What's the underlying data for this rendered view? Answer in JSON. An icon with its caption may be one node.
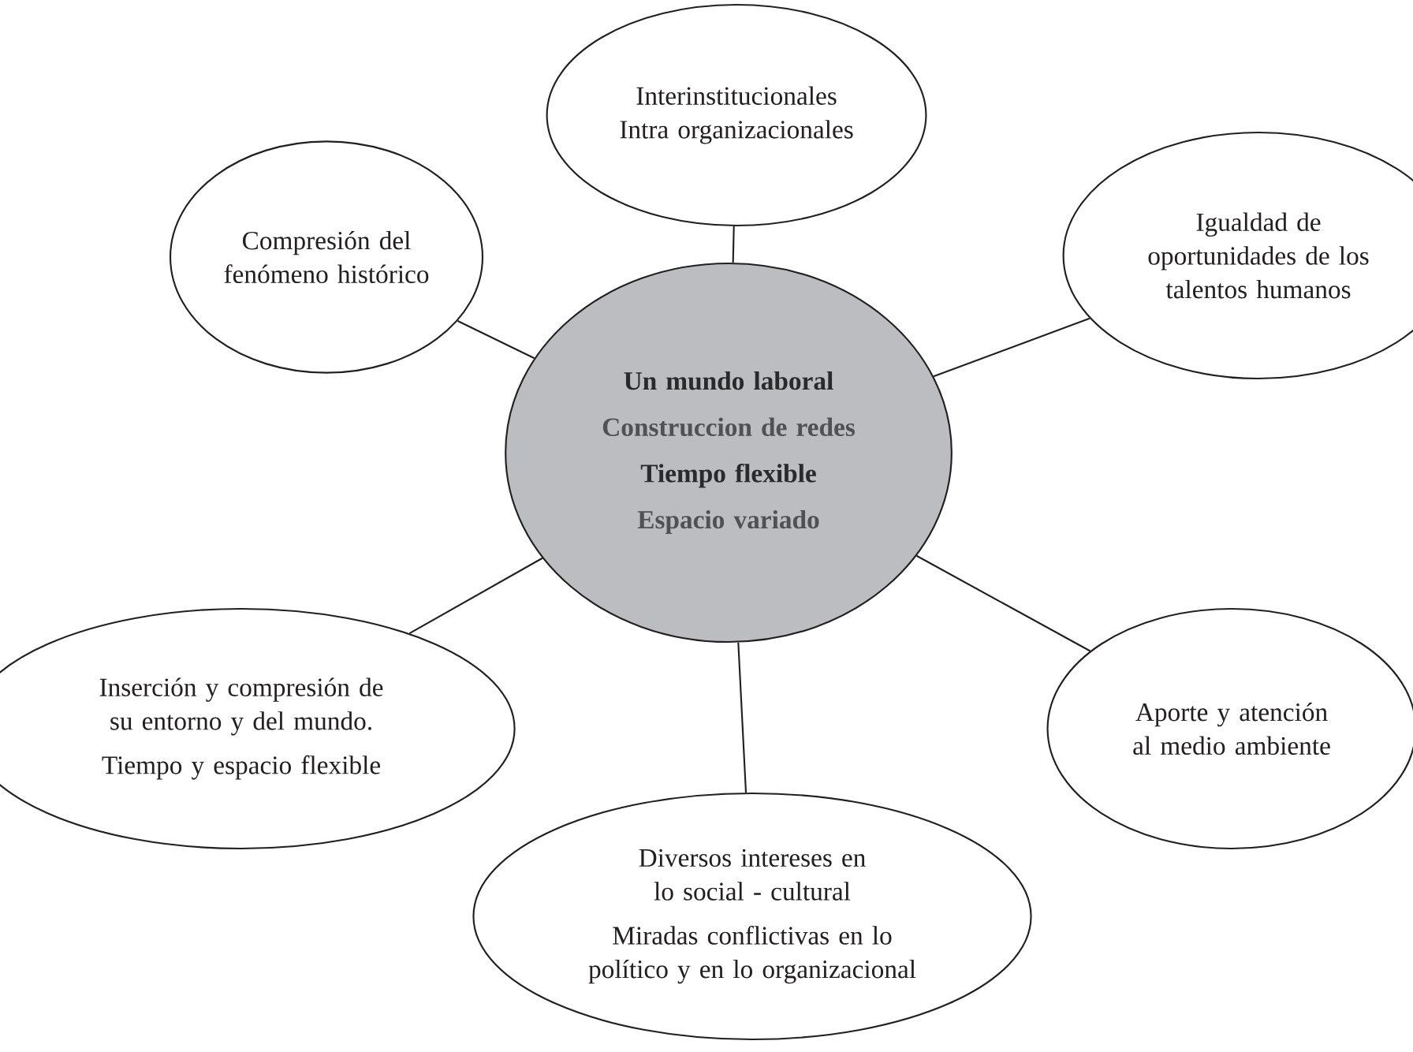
{
  "diagram": {
    "nodes": [
      {
        "text": [
          "Interinstitucionales",
          "Intra organizacionales"
        ]
      },
      {
        "text": [
          "Compresión del fenómeno histórico"
        ]
      },
      {
        "text": [
          "Igualdad de oportunidades de los talentos humanos"
        ]
      },
      {
        "text": [
          "Un mundo laboral",
          "Construccion de redes",
          "Tiempo flexible",
          "Espacio variado"
        ]
      },
      {
        "text": [
          "Inserción y compresión de su entorno y del mundo.",
          "Tiempo y espacio flexible"
        ]
      },
      {
        "text": [
          "Aporte y atención al medio ambiente"
        ]
      },
      {
        "text": [
          "Diversos intereses en lo social - cultural",
          "Miradas conflictivas en lo político y en lo organizacional"
        ]
      }
    ],
    "edges": [
      {
        "from": 3,
        "to": 0,
        "arrow": "none"
      },
      {
        "from": 3,
        "to": 1,
        "arrow": "none"
      },
      {
        "from": 3,
        "to": 2,
        "arrow": "none"
      },
      {
        "from": 3,
        "to": 4,
        "arrow": "none"
      },
      {
        "from": 3,
        "to": 5,
        "arrow": "none"
      },
      {
        "from": 3,
        "to": 6,
        "arrow": "none"
      }
    ]
  }
}
